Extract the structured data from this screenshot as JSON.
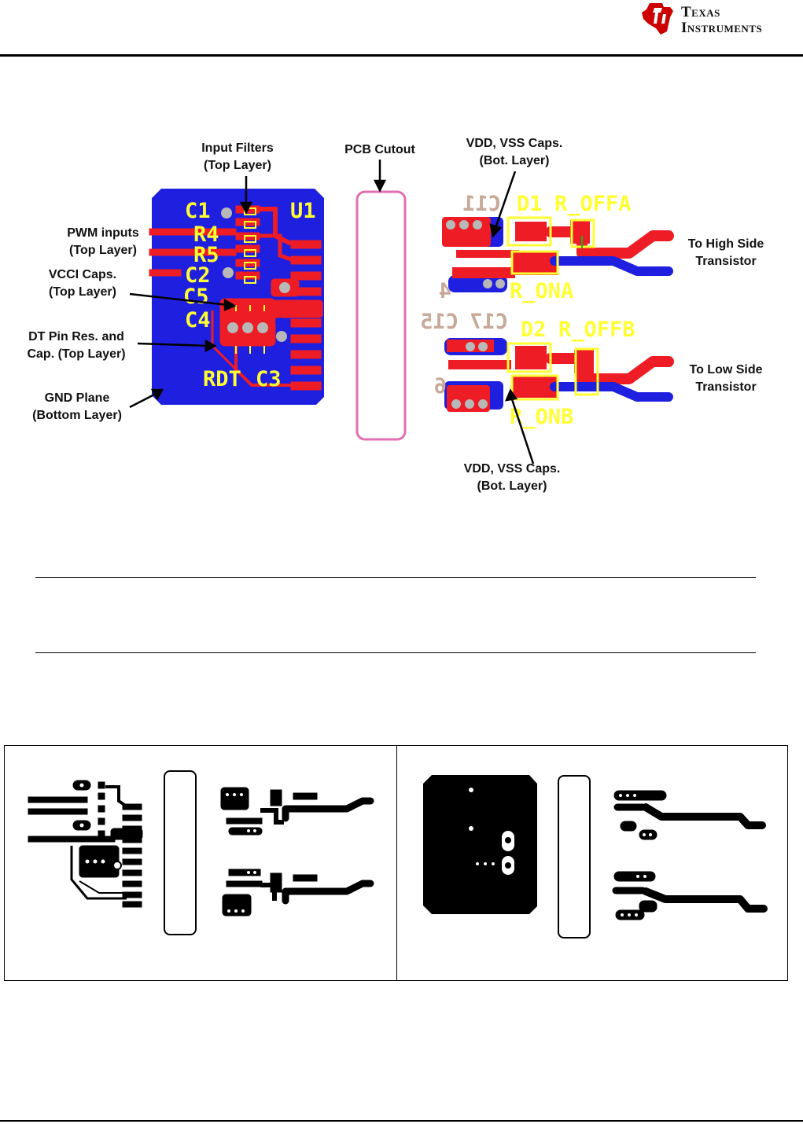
{
  "header": {
    "logo_line1": "Texas",
    "logo_line2": "Instruments",
    "colors": {
      "logo_red": "#cc0000"
    }
  },
  "figure_layout": {
    "callouts": {
      "input_filters": [
        "Input Filters",
        "(Top Layer)"
      ],
      "pcb_cutout": "PCB Cutout",
      "vdd_vss_top": [
        "VDD, VSS Caps.",
        "(Bot. Layer)"
      ],
      "pwm_inputs": [
        "PWM inputs",
        "(Top Layer)"
      ],
      "vcci_caps": [
        "VCCI Caps.",
        "(Top Layer)"
      ],
      "dt_pin": [
        "DT Pin Res. and",
        "Cap. (Top Layer)"
      ],
      "gnd_plane": [
        "GND Plane",
        "(Bottom Layer)"
      ],
      "to_high_side": [
        "To High Side",
        "Transistor"
      ],
      "to_low_side": [
        "To Low Side",
        "Transistor"
      ],
      "vdd_vss_bottom": [
        "VDD, VSS Caps.",
        "(Bot. Layer)"
      ]
    },
    "silkscreen": {
      "C1": "C1",
      "U1": "U1",
      "R4": "R4",
      "R5": "R5",
      "C2": "C2",
      "C5": "C5",
      "C4": "C4",
      "RDT": "RDT",
      "C3": "C3",
      "C11": "C11",
      "D1": "D1",
      "R_OFFA": "R_OFFA",
      "R_ONA": "R_ONA",
      "C14_partial": "4",
      "C16_partial": "6",
      "C15": "C15",
      "C17": "C17",
      "D2": "D2",
      "R_OFFB": "R_OFFB",
      "R_ONB": "R_ONB"
    },
    "colors": {
      "copper_top": "#ee1c24",
      "copper_bottom": "#1f1fe0",
      "silkscreen": "#ffff33",
      "mirrored_silk": "#c8a898",
      "cutout": "#e070b0",
      "via": "#b8b8b8"
    }
  }
}
